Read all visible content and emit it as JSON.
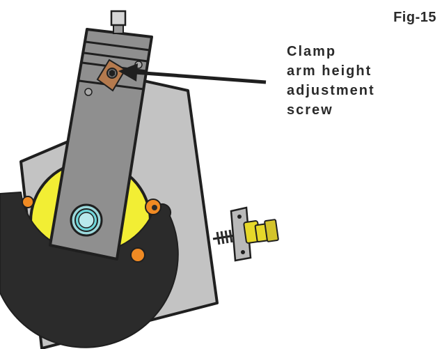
{
  "figure": {
    "label": "Fig-15",
    "callout_lines": [
      "Clamp",
      "arm height",
      "adjustment",
      "screw"
    ]
  },
  "colors": {
    "plate": "#c3c3c3",
    "arm": "#8f8f8f",
    "turntable": "#f2ee34",
    "clamp_band": "#2b2b2b",
    "pin": "#f08a23",
    "bolt": "#e6d82a",
    "hub": "#6fd6da",
    "outline": "#1f1f1f"
  },
  "icons": {
    "arrow": "arrow-left-icon",
    "screw": "hex-socket-screw-icon"
  }
}
